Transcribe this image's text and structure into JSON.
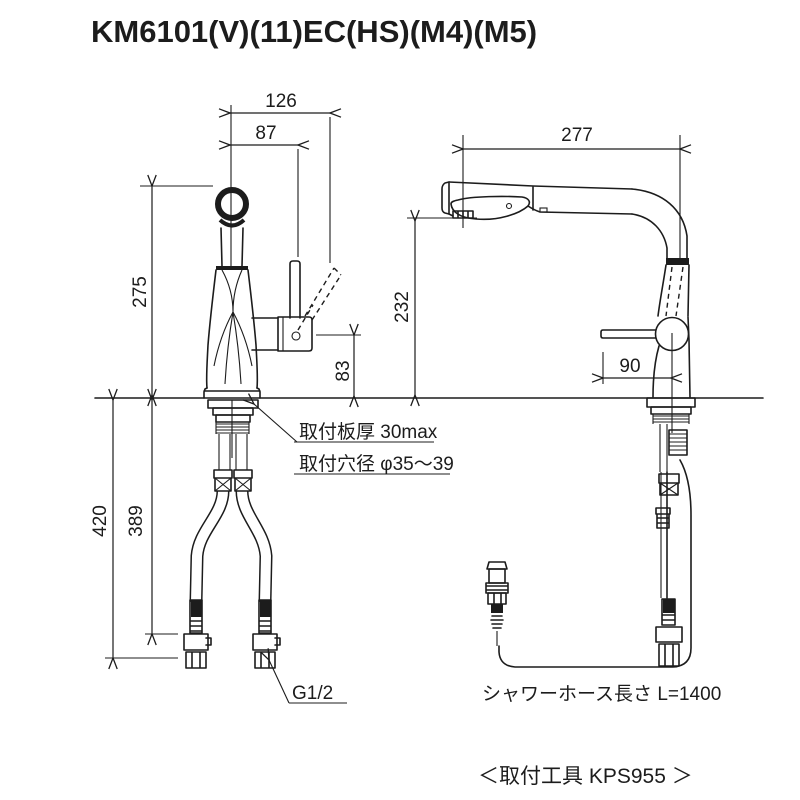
{
  "title": "KM6101(V)(11)EC(HS)(M4)(M5)",
  "dims": {
    "d126": "126",
    "d87": "87",
    "d275": "275",
    "d83": "83",
    "d420": "420",
    "d389": "389",
    "d277": "277",
    "d232": "232",
    "d90": "90"
  },
  "notes": {
    "mount_plate_thickness": "取付板厚 30max",
    "mount_hole_diameter": "取付穴径 φ35～39",
    "supply_thread": "G1/2",
    "shower_hose_length": "シャワーホース長さ L=1400",
    "mounting_tool": "＜取付工具 KPS955 ＞"
  },
  "colors": {
    "line": "#1c1c1c",
    "background": "#ffffff"
  }
}
